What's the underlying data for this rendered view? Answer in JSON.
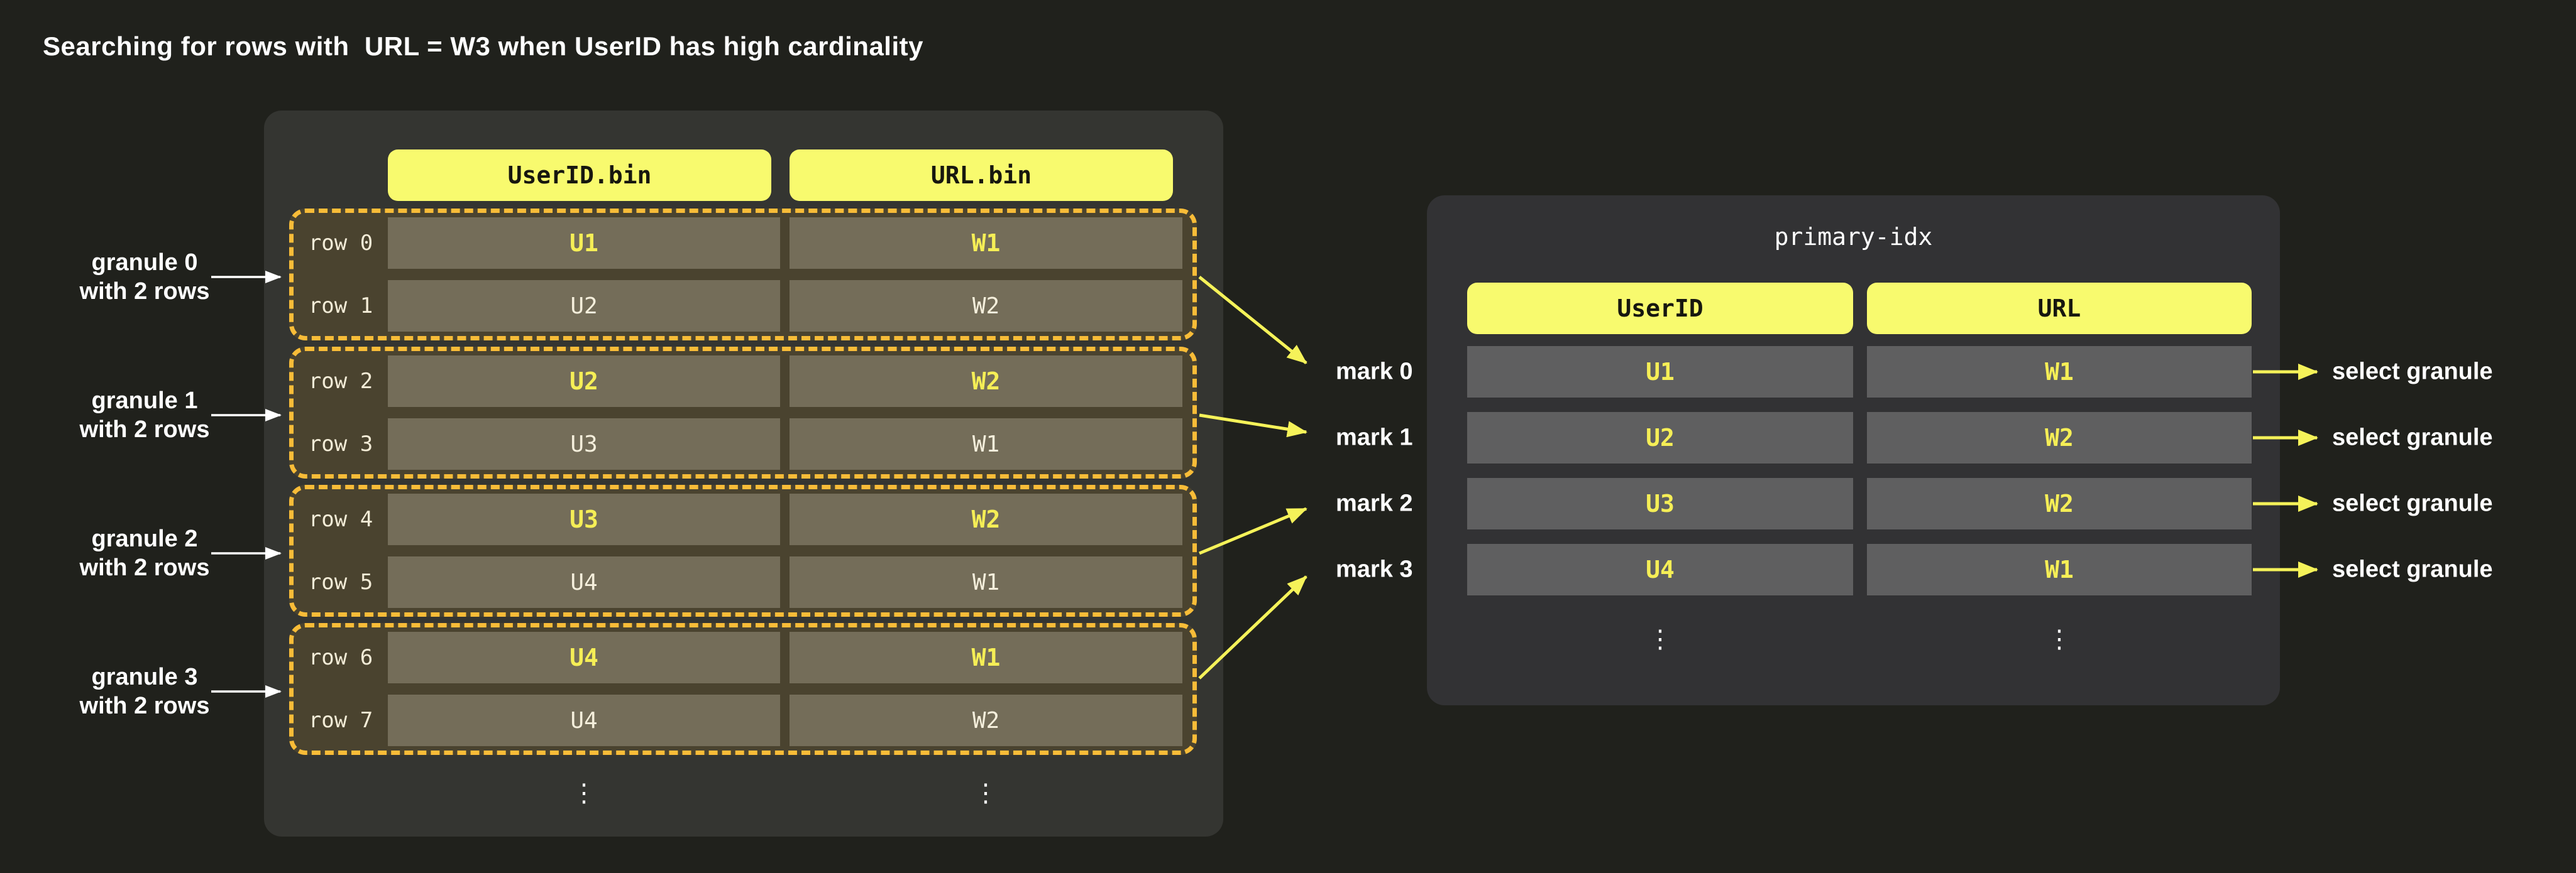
{
  "title": "Searching for rows with  URL = W3 when UserID has high cardinality",
  "left_panel": {
    "column_headers": [
      "UserID.bin",
      "URL.bin"
    ],
    "granules": [
      {
        "label_line1": "granule 0",
        "label_line2": "with 2 rows",
        "mark": "mark 0",
        "rows": [
          {
            "label": "row 0",
            "userid": "U1",
            "url": "W1",
            "highlighted": true
          },
          {
            "label": "row 1",
            "userid": "U2",
            "url": "W2",
            "highlighted": false
          }
        ]
      },
      {
        "label_line1": "granule 1",
        "label_line2": "with 2 rows",
        "mark": "mark 1",
        "rows": [
          {
            "label": "row 2",
            "userid": "U2",
            "url": "W2",
            "highlighted": true
          },
          {
            "label": "row 3",
            "userid": "U3",
            "url": "W1",
            "highlighted": false
          }
        ]
      },
      {
        "label_line1": "granule 2",
        "label_line2": "with 2 rows",
        "mark": "mark 2",
        "rows": [
          {
            "label": "row 4",
            "userid": "U3",
            "url": "W2",
            "highlighted": true
          },
          {
            "label": "row 5",
            "userid": "U4",
            "url": "W1",
            "highlighted": false
          }
        ]
      },
      {
        "label_line1": "granule 3",
        "label_line2": "with 2 rows",
        "mark": "mark 3",
        "rows": [
          {
            "label": "row 6",
            "userid": "U4",
            "url": "W1",
            "highlighted": true
          },
          {
            "label": "row 7",
            "userid": "U4",
            "url": "W2",
            "highlighted": false
          }
        ]
      }
    ],
    "ellipsis": "⋮"
  },
  "right_panel": {
    "title": "primary-idx",
    "column_headers": [
      "UserID",
      "URL"
    ],
    "rows": [
      {
        "userid": "U1",
        "url": "W1"
      },
      {
        "userid": "U2",
        "url": "W2"
      },
      {
        "userid": "U3",
        "url": "W2"
      },
      {
        "userid": "U4",
        "url": "W1"
      }
    ],
    "select_labels": [
      "select granule",
      "select granule",
      "select granule",
      "select granule"
    ],
    "ellipsis": "⋮"
  },
  "colors": {
    "background": "#20211c",
    "left_panel": "#343531",
    "right_panel": "#323234",
    "header_yellow": "#f8fa6e",
    "granule_fill": "#4a432f",
    "granule_border_dash": "#f8bc38",
    "left_cell": "#746d59",
    "right_cell": "#5f5f60",
    "value_yellow": "#f5ee56",
    "value_cream": "#f5efdc",
    "arrow_yellow": "#f5f259",
    "arrow_white": "#ffffff"
  }
}
